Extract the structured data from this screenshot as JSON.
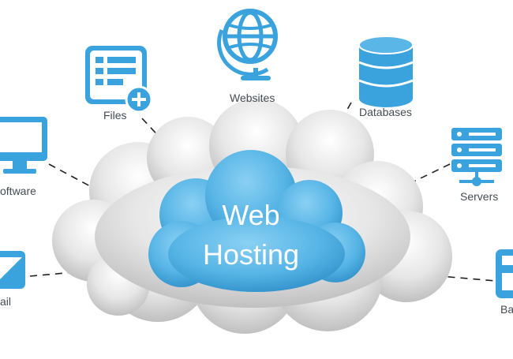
{
  "center": {
    "line1": "Web",
    "line2": "Hosting"
  },
  "nodes": {
    "files": {
      "label": "Files",
      "icon": "file-add-icon"
    },
    "websites": {
      "label": "Websites",
      "icon": "globe-icon"
    },
    "databases": {
      "label": "Databases",
      "icon": "database-icon"
    },
    "software": {
      "label": "oftware",
      "icon": "monitor-icon"
    },
    "servers": {
      "label": "Servers",
      "icon": "server-rack-icon"
    },
    "email": {
      "label": "ail",
      "icon": "envelope-icon"
    },
    "backup": {
      "label": "Ba",
      "icon": "backup-drive-icon"
    }
  },
  "colors": {
    "icon_blue": "#3aa3dd",
    "center_cloud": "#5ab6e6",
    "outer_cloud": "#d9d9d9",
    "connector": "#222222",
    "label": "#444c55"
  }
}
